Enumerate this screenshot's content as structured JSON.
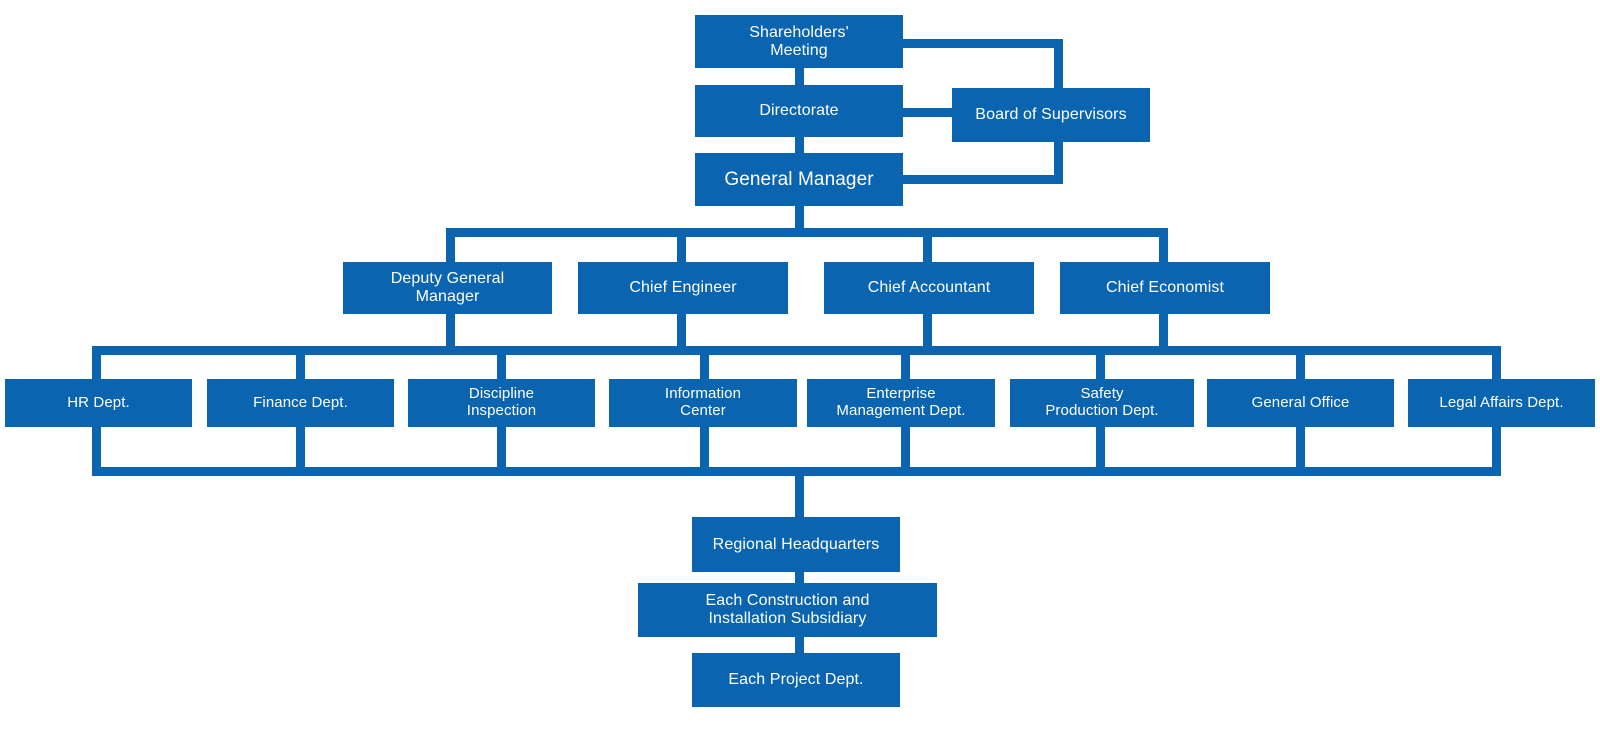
{
  "colors": {
    "box_fill": "#0A64B0",
    "box_text": "#FFFFFF",
    "connector": "#0A64B0",
    "background": "#FFFFFF"
  },
  "nodes": {
    "shareholders_meeting": {
      "label": "Shareholders'\nMeeting"
    },
    "directorate": {
      "label": "Directorate"
    },
    "board_of_supervisors": {
      "label": "Board of Supervisors"
    },
    "general_manager": {
      "label": "General Manager"
    },
    "deputy_general_manager": {
      "label": "Deputy General\nManager"
    },
    "chief_engineer": {
      "label": "Chief Engineer"
    },
    "chief_accountant": {
      "label": "Chief Accountant"
    },
    "chief_economist": {
      "label": "Chief Economist"
    },
    "hr_dept": {
      "label": "HR Dept."
    },
    "finance_dept": {
      "label": "Finance Dept."
    },
    "discipline_inspection": {
      "label": "Discipline\nInspection"
    },
    "information_center": {
      "label": "Information\nCenter"
    },
    "enterprise_management_dept": {
      "label": "Enterprise\nManagement Dept."
    },
    "safety_production_dept": {
      "label": "Safety\nProduction Dept."
    },
    "general_office": {
      "label": "General Office"
    },
    "legal_affairs_dept": {
      "label": "Legal Affairs Dept."
    },
    "regional_headquarters": {
      "label": "Regional Headquarters"
    },
    "construction_subsidiary": {
      "label": "Each Construction and\nInstallation Subsidiary"
    },
    "project_dept": {
      "label": "Each Project Dept."
    }
  },
  "hierarchy": {
    "shareholders_meeting": [
      "directorate",
      "board_of_supervisors"
    ],
    "directorate": [
      "general_manager",
      "board_of_supervisors"
    ],
    "general_manager": [
      "deputy_general_manager",
      "chief_engineer",
      "chief_accountant",
      "chief_economist",
      "board_of_supervisors"
    ],
    "management_row": [
      "hr_dept",
      "finance_dept",
      "discipline_inspection",
      "information_center",
      "enterprise_management_dept",
      "safety_production_dept",
      "general_office",
      "legal_affairs_dept"
    ],
    "departments_row": [
      "regional_headquarters"
    ],
    "regional_headquarters": [
      "construction_subsidiary"
    ],
    "construction_subsidiary": [
      "project_dept"
    ]
  }
}
